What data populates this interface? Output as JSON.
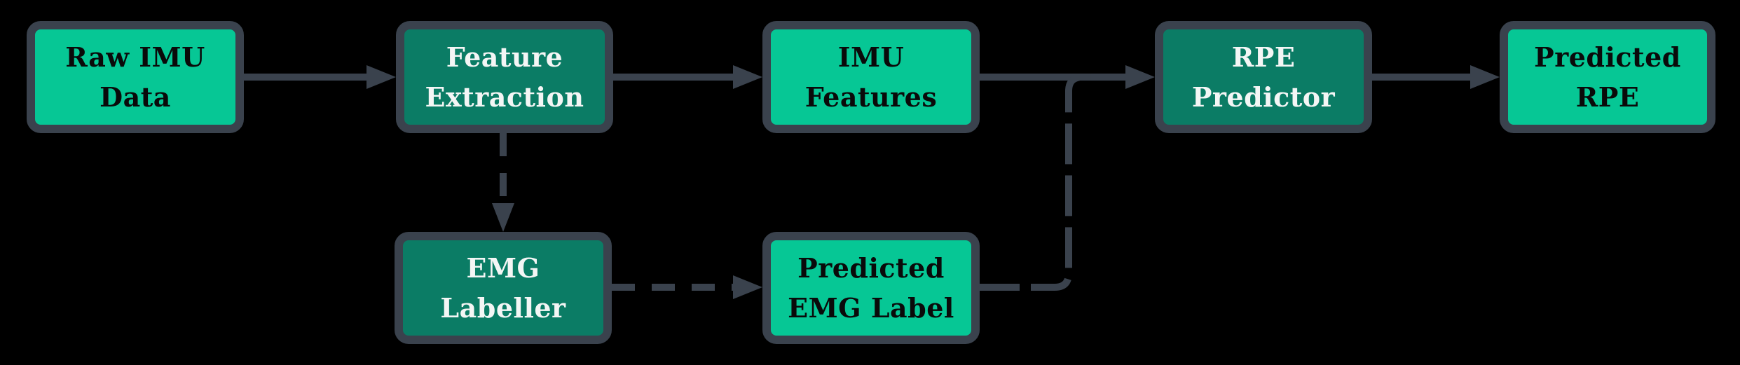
{
  "diagram": {
    "type": "flowchart",
    "background": "#000000",
    "colors": {
      "node_light": "#06C795",
      "node_dark": "#0B7C65",
      "outline": "#3A424D",
      "text_on_light": "#0A0A0A",
      "text_on_dark": "#F4F6F5",
      "background": "#000000"
    },
    "nodes": [
      {
        "id": "raw-imu-data",
        "line1": "Raw IMU",
        "line2": "Data",
        "variant": "light"
      },
      {
        "id": "feature-extraction",
        "line1": "Feature",
        "line2": "Extraction",
        "variant": "dark"
      },
      {
        "id": "imu-features",
        "line1": "IMU",
        "line2": "Features",
        "variant": "light"
      },
      {
        "id": "rpe-predictor",
        "line1": "RPE",
        "line2": "Predictor",
        "variant": "dark"
      },
      {
        "id": "predicted-rpe",
        "line1": "Predicted",
        "line2": "RPE",
        "variant": "light"
      },
      {
        "id": "emg-labeller",
        "line1": "EMG",
        "line2": "Labeller",
        "variant": "dark"
      },
      {
        "id": "predicted-emg-label",
        "line1": "Predicted",
        "line2": "EMG Label",
        "variant": "light"
      }
    ],
    "edges": [
      {
        "from": "raw-imu-data",
        "to": "feature-extraction",
        "style": "solid",
        "arrow": true
      },
      {
        "from": "feature-extraction",
        "to": "imu-features",
        "style": "solid",
        "arrow": true
      },
      {
        "from": "imu-features",
        "to": "rpe-predictor",
        "style": "solid",
        "arrow": true
      },
      {
        "from": "rpe-predictor",
        "to": "predicted-rpe",
        "style": "solid",
        "arrow": true
      },
      {
        "from": "feature-extraction",
        "to": "emg-labeller",
        "style": "dashed",
        "arrow": true
      },
      {
        "from": "emg-labeller",
        "to": "predicted-emg-label",
        "style": "dashed",
        "arrow": true
      },
      {
        "from": "predicted-emg-label",
        "to": "edge-imu-features-to-rpe-predictor",
        "style": "dashed",
        "arrow": false
      }
    ]
  }
}
